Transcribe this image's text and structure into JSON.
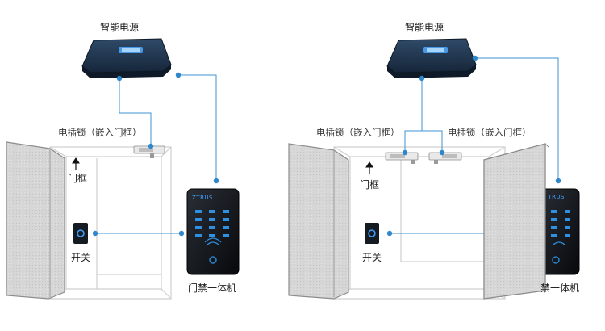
{
  "diagrams": [
    {
      "power_label": "智能电源",
      "lock_labels": [
        "电插锁（嵌入门框）"
      ],
      "frame_label": "门框",
      "switch_label": "开关",
      "device_label": "门禁一体机",
      "device_brand": "ZTRUS"
    },
    {
      "power_label": "智能电源",
      "lock_labels": [
        "电插锁（嵌入门框）",
        "电插锁（嵌入门框）"
      ],
      "frame_label": "门框",
      "switch_label": "开关",
      "device_label": "门禁一体机",
      "device_brand": "ZTRUS"
    }
  ],
  "colors": {
    "wire": "#3c93d2",
    "dot": "#2f87cc",
    "door": "#d3d3d3",
    "device": "#111418"
  }
}
